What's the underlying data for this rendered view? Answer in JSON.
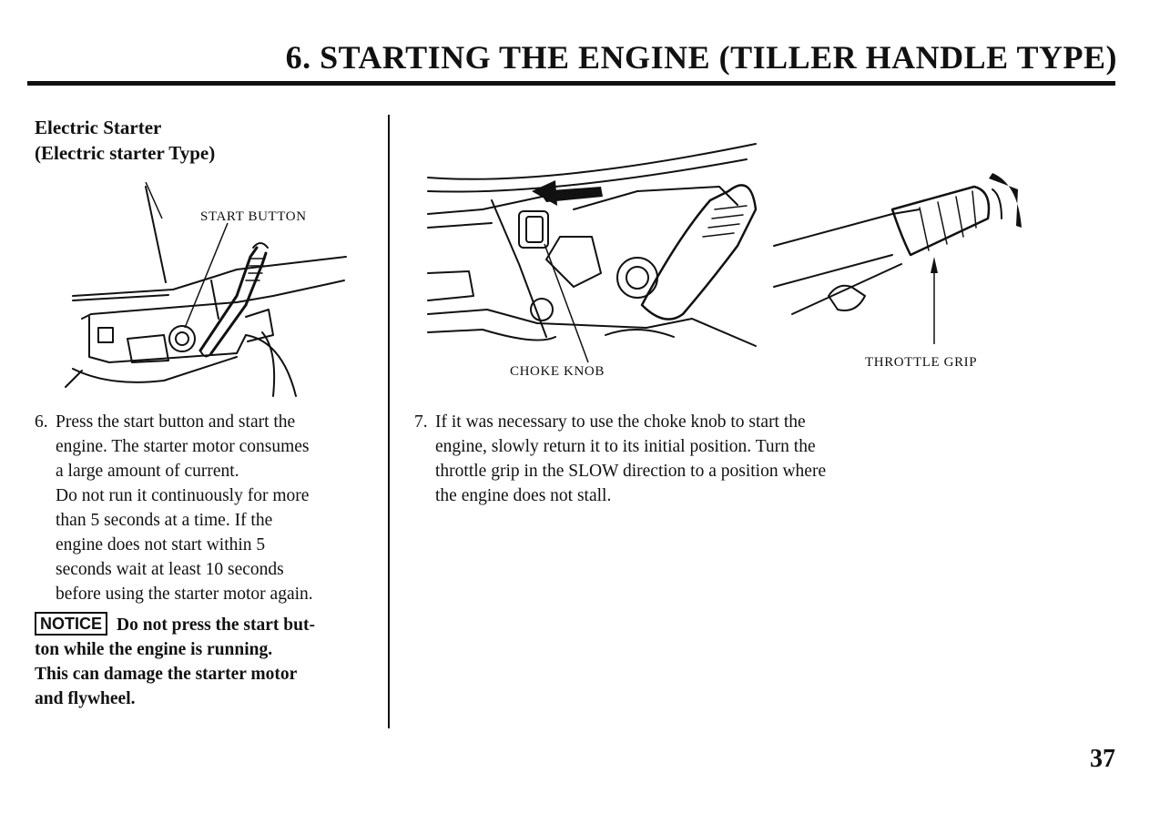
{
  "header": {
    "title": "6. STARTING THE ENGINE (TILLER HANDLE TYPE)"
  },
  "left_column": {
    "heading_lines": [
      "Electric Starter",
      "(Electric starter Type)"
    ],
    "figure": {
      "callout": "START BUTTON"
    },
    "step": {
      "number": "6.",
      "lines": [
        "Press the start button and start the",
        "engine. The starter motor consumes",
        "a large amount of current.",
        "Do not run it continuously for more",
        "than 5 seconds at a time. If the",
        "engine does not start within 5",
        "seconds wait at least 10 seconds",
        "before using the starter motor again."
      ]
    },
    "notice": {
      "badge": "NOTICE",
      "first_line": "Do not press the start but-",
      "lines": [
        "ton while the engine is running.",
        "This can damage the starter motor",
        "and flywheel."
      ]
    }
  },
  "right_column": {
    "figure": {
      "callout_left": "CHOKE KNOB",
      "callout_right": "THROTTLE GRIP"
    },
    "step": {
      "number": "7.",
      "lines": [
        "If it was necessary to use the choke knob to start the",
        "engine, slowly return it to its initial position.  Turn the",
        "throttle grip in the SLOW direction to a position where",
        "the engine does not stall."
      ]
    }
  },
  "footer": {
    "page_number": "37"
  }
}
